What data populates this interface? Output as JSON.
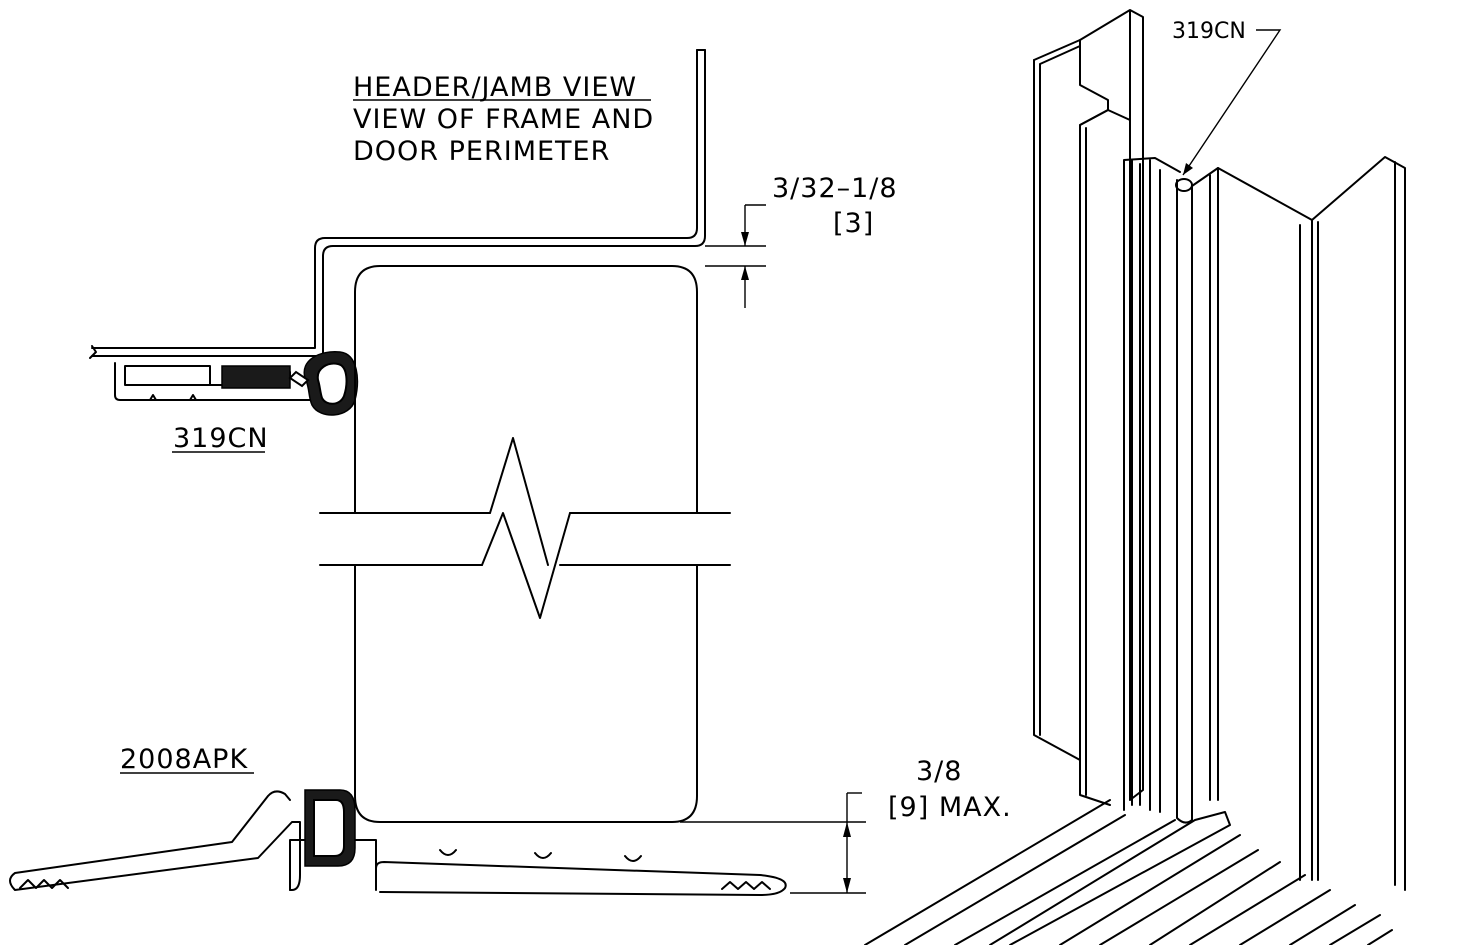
{
  "view_title": "HEADER/JAMB VIEW",
  "view_subtitle_1": "VIEW OF FRAME AND",
  "view_subtitle_2": "DOOR PERIMETER",
  "seal_part": "319CN",
  "sweep_part": "2008APK",
  "gap_top_dim": "3/32–1/8",
  "gap_top_metric": "[3]",
  "gap_bottom_dim": "3/8",
  "gap_bottom_metric": "[9] MAX.",
  "iso_part_callout": "319CN"
}
